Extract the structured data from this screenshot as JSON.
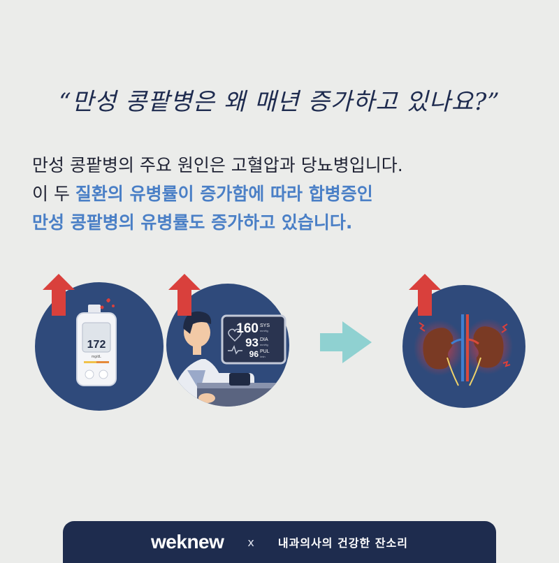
{
  "title": "“만성 콩팥병은 왜 매년 증가하고 있나요?”",
  "body": {
    "line1": "만성 콩팥병의 주요 원인은 고혈압과 당뇨병입니다.",
    "line2_prefix": "이 두 ",
    "line2_highlight": "질환의 유병률이 증가함에 따라 합병증인",
    "line3_highlight": "만성 콩팥병의 유병률도 증가하고 있습니다."
  },
  "illustrations": {
    "glucose_meter": {
      "reading": "172",
      "unit": "mg/dL"
    },
    "bp_monitor": {
      "sys_value": "160",
      "sys_label": "SYS",
      "sys_unit": "mmHg",
      "dia_value": "93",
      "dia_label": "DIA",
      "dia_unit": "mmHg",
      "pul_value": "96",
      "pul_label": "PUL",
      "pul_unit": "/min"
    },
    "icons": [
      "up-arrow-icon",
      "glucose-meter-icon",
      "blood-pressure-monitor-icon",
      "right-arrow-icon",
      "kidneys-icon"
    ]
  },
  "colors": {
    "background": "#ebecea",
    "circle": "#2f4a7b",
    "up_arrow": "#d9403c",
    "right_arrow": "#8fd1d1",
    "highlight": "#4a7fc6",
    "footer": "#1e2c4e"
  },
  "footer": {
    "brand": "weknew",
    "separator": "x",
    "slogan": "내과의사의 건강한 잔소리"
  }
}
